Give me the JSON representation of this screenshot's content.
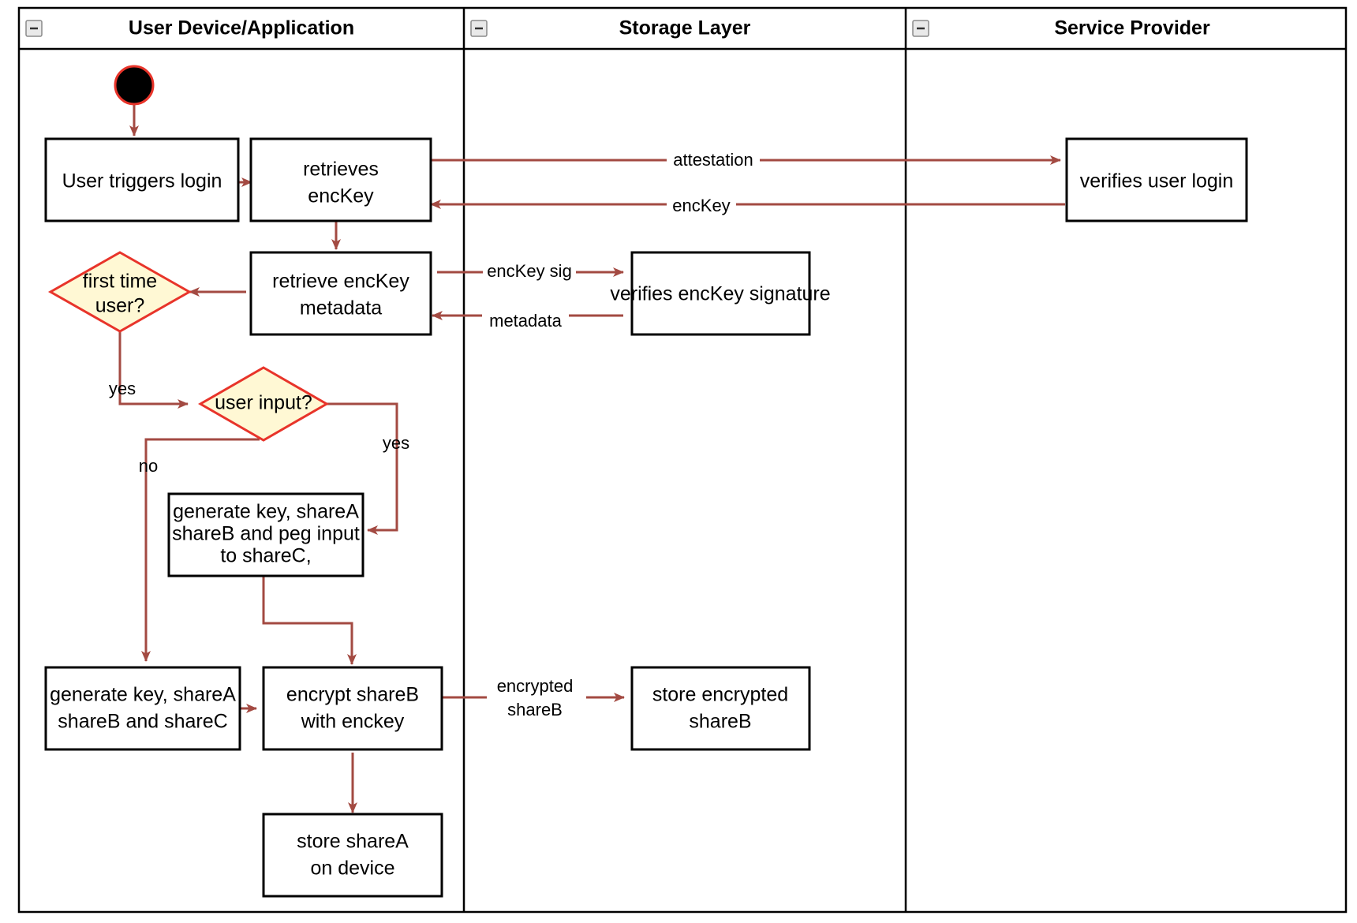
{
  "diagram": {
    "type": "uml-activity-swimlane",
    "title": "",
    "colors": {
      "flow_arrow": "#a34a42",
      "decision_fill": "#fff8d4",
      "decision_stroke": "#e8342a",
      "activity_stroke": "#000000",
      "activity_fill": "#ffffff",
      "start_node_fill": "#000000",
      "start_node_stroke": "#e8342a",
      "lane_border": "#000000",
      "background": "#ffffff"
    },
    "lanes": [
      {
        "id": "lane-user-device",
        "label": "User Device/Application",
        "collapse_icon": "minus-icon"
      },
      {
        "id": "lane-storage",
        "label": "Storage Layer",
        "collapse_icon": "minus-icon"
      },
      {
        "id": "lane-service",
        "label": "Service Provider",
        "collapse_icon": "minus-icon"
      }
    ],
    "nodes": [
      {
        "id": "start",
        "kind": "initial-node",
        "lane": "lane-user-device",
        "label": ""
      },
      {
        "id": "user-triggers-login",
        "kind": "activity",
        "lane": "lane-user-device",
        "label": "User triggers login"
      },
      {
        "id": "retrieves-enckey",
        "kind": "activity",
        "lane": "lane-user-device",
        "label_lines": [
          "retrieves",
          "encKey"
        ]
      },
      {
        "id": "verifies-user-login",
        "kind": "activity",
        "lane": "lane-service",
        "label": "verifies user login"
      },
      {
        "id": "retrieve-enckey-metadata",
        "kind": "activity",
        "lane": "lane-user-device",
        "label_lines": [
          "retrieve encKey",
          "metadata"
        ]
      },
      {
        "id": "verifies-enckey-signature",
        "kind": "activity",
        "lane": "lane-storage",
        "label": "verifies encKey signature"
      },
      {
        "id": "first-time-user",
        "kind": "decision",
        "lane": "lane-user-device",
        "label_lines": [
          "first time",
          "user?"
        ]
      },
      {
        "id": "user-input",
        "kind": "decision",
        "lane": "lane-user-device",
        "label": "user input?"
      },
      {
        "id": "generate-peg",
        "kind": "activity",
        "lane": "lane-user-device",
        "label_lines": [
          "generate key, shareA",
          "shareB and peg input",
          "to shareC,"
        ]
      },
      {
        "id": "generate-shares",
        "kind": "activity",
        "lane": "lane-user-device",
        "label_lines": [
          "generate key, shareA",
          "shareB and shareC"
        ]
      },
      {
        "id": "encrypt-shareb",
        "kind": "activity",
        "lane": "lane-user-device",
        "label_lines": [
          "encrypt shareB",
          "with enckey"
        ]
      },
      {
        "id": "store-encrypted-shareb",
        "kind": "activity",
        "lane": "lane-storage",
        "label_lines": [
          "store encrypted",
          "shareB"
        ]
      },
      {
        "id": "store-sharea",
        "kind": "activity",
        "lane": "lane-user-device",
        "label_lines": [
          "store shareA",
          "on device"
        ]
      }
    ],
    "edges": [
      {
        "id": "e-start-login",
        "from": "start",
        "to": "user-triggers-login",
        "label": ""
      },
      {
        "id": "e-login-retrieves",
        "from": "user-triggers-login",
        "to": "retrieves-enckey",
        "label": ""
      },
      {
        "id": "e-attestation",
        "from": "retrieves-enckey",
        "to": "verifies-user-login",
        "label": "attestation"
      },
      {
        "id": "e-enckey-back",
        "from": "verifies-user-login",
        "to": "retrieves-enckey",
        "label": "encKey"
      },
      {
        "id": "e-retrieves-metadata",
        "from": "retrieves-enckey",
        "to": "retrieve-enckey-metadata",
        "label": ""
      },
      {
        "id": "e-enckey-sig",
        "from": "retrieve-enckey-metadata",
        "to": "verifies-enckey-signature",
        "label": "encKey sig"
      },
      {
        "id": "e-metadata-back",
        "from": "verifies-enckey-signature",
        "to": "retrieve-enckey-metadata",
        "label": "metadata"
      },
      {
        "id": "e-metadata-firsttime",
        "from": "retrieve-enckey-metadata",
        "to": "first-time-user",
        "label": ""
      },
      {
        "id": "e-firsttime-yes",
        "from": "first-time-user",
        "to": "user-input",
        "label": "yes"
      },
      {
        "id": "e-userinput-yes",
        "from": "user-input",
        "to": "generate-peg",
        "label": "yes"
      },
      {
        "id": "e-userinput-no",
        "from": "user-input",
        "to": "generate-shares",
        "label": "no"
      },
      {
        "id": "e-peg-encrypt",
        "from": "generate-peg",
        "to": "encrypt-shareb",
        "label": ""
      },
      {
        "id": "e-shares-encrypt",
        "from": "generate-shares",
        "to": "encrypt-shareb",
        "label": ""
      },
      {
        "id": "e-encrypted-shareb",
        "from": "encrypt-shareb",
        "to": "store-encrypted-shareb",
        "label_lines": [
          "encrypted",
          "shareB"
        ]
      },
      {
        "id": "e-encrypt-storesharea",
        "from": "encrypt-shareb",
        "to": "store-sharea",
        "label": ""
      }
    ],
    "labels": {
      "lane_user_device": "User Device/Application",
      "lane_storage": "Storage Layer",
      "lane_service": "Service Provider",
      "user_triggers_login": "User triggers login",
      "retrieves_1": "retrieves",
      "retrieves_2": "encKey",
      "verifies_user_login": "verifies user login",
      "retrieve_meta_1": "retrieve encKey",
      "retrieve_meta_2": "metadata",
      "verifies_enckey_signature": "verifies encKey signature",
      "first_time_1": "first time",
      "first_time_2": "user?",
      "user_input": "user input?",
      "gen_peg_1": "generate key, shareA",
      "gen_peg_2": "shareB and peg input",
      "gen_peg_3": "to shareC,",
      "gen_shares_1": "generate key, shareA",
      "gen_shares_2": "shareB and shareC",
      "encrypt_1": "encrypt shareB",
      "encrypt_2": "with enckey",
      "store_enc_1": "store encrypted",
      "store_enc_2": "shareB",
      "store_sharea_1": "store shareA",
      "store_sharea_2": "on device",
      "edge_attestation": "attestation",
      "edge_enckey": "encKey",
      "edge_enckey_sig": "encKey sig",
      "edge_metadata": "metadata",
      "edge_yes_1": "yes",
      "edge_yes_2": "yes",
      "edge_no": "no",
      "edge_encrypted_1": "encrypted",
      "edge_encrypted_2": "shareB"
    }
  }
}
